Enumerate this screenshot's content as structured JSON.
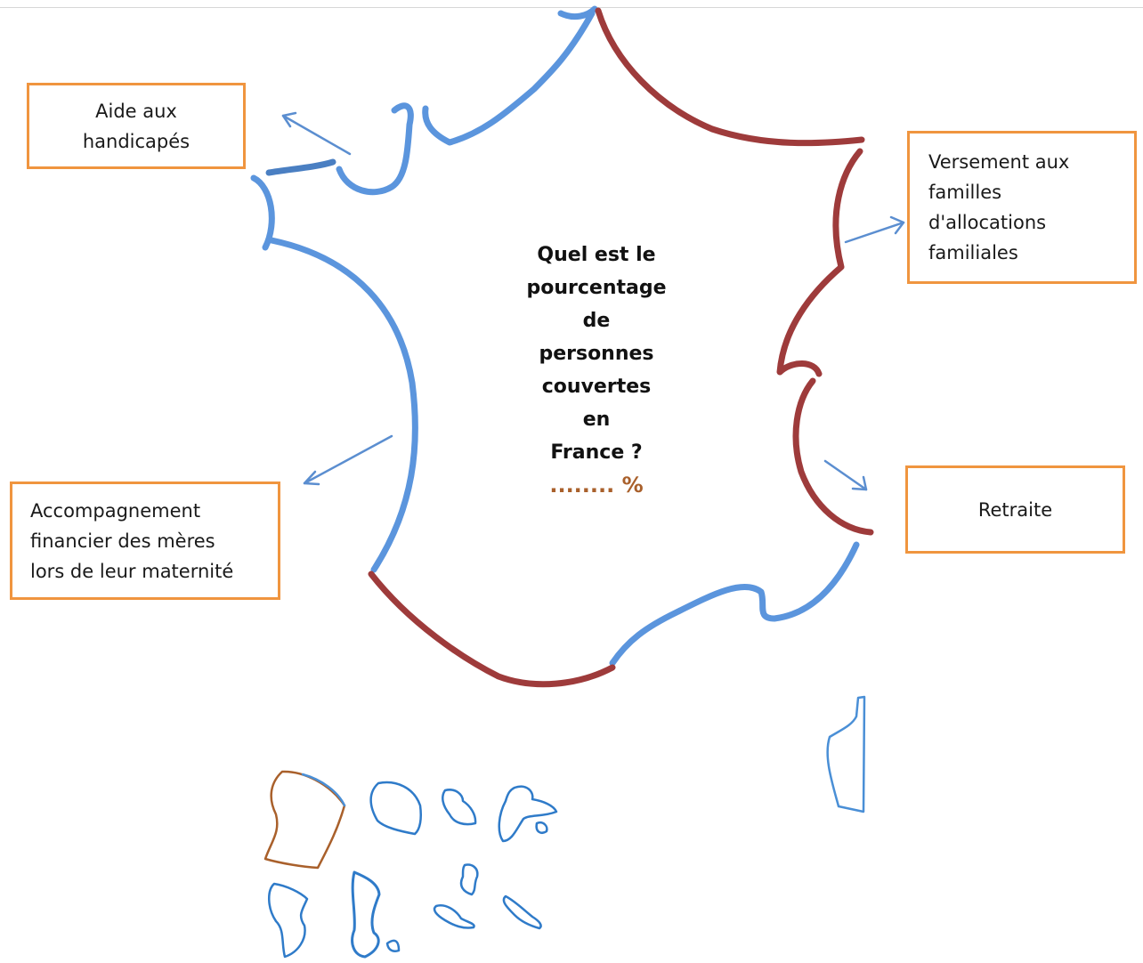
{
  "question": {
    "lines": [
      "Quel est le",
      "pourcentage",
      "de",
      "personnes",
      "couvertes",
      "en",
      "France ?"
    ],
    "answer_blank": "........ %"
  },
  "boxes": {
    "aide": [
      "Aide aux",
      "handicapés"
    ],
    "versement": [
      "Versement aux",
      "familles",
      "d'allocations",
      "familiales"
    ],
    "retraite": [
      "Retraite"
    ],
    "accompagnement": [
      "Accompagnement",
      "financier des mères",
      "lors de leur maternité"
    ]
  },
  "colors": {
    "blue": "#5b95dd",
    "red": "#9e3b3b",
    "orange_border": "#f0953f",
    "brown": "#a9602b"
  }
}
